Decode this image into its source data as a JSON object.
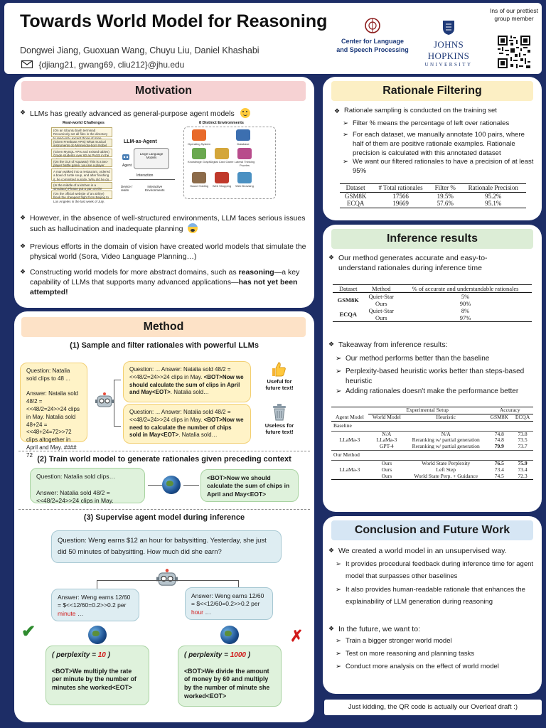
{
  "header": {
    "title": "Towards World Model for Reasoning",
    "authors": "Dongwei Jiang, Guoxuan Wang, Chuyu Liu, Daniel Khashabi",
    "email": "{djiang21, gwang69, cliu212}@jhu.edu",
    "clsp_logo": "Center for Language\nand Speech Processing",
    "jhu_logo_line1": "JOHNS HOPKINS",
    "jhu_logo_line2": "UNIVERSITY",
    "qr_caption": "Ins of our prettiest group member"
  },
  "motivation": {
    "title": "Motivation",
    "bullets": [
      "LLMs has greatly advanced as general-purpose agent models",
      "However, in the absence of well-structured environments, LLM faces serious issues such as hallucination and inadequate planning",
      "Previous efforts in the domain of vision have created world models that simulate the physical world (Sora, Video Language Planning…)",
      "Constructing world models for more abstract domains, such as "
    ],
    "b4_bold1": "reasoning",
    "b4_mid": "—a key capability of LLMs that supports many advanced applications—",
    "b4_bold2": "has not yet been attempted!",
    "figure": {
      "left_title": "Real-world Challenges",
      "center_title": "LLM-as-Agent",
      "center_box": "Large Language Models",
      "agent": "Agent",
      "interaction": "Interaction",
      "device": "Device /\nrealm",
      "interactive_env": "Interactive\nEnvironments",
      "right_title": "8 Distinct Environments",
      "envs": [
        "Operating System",
        "Database",
        "Knowledge Graph",
        "Digital Card Game",
        "Lateral Thinking Puzzles",
        "House Holding",
        "Web Shopping",
        "Web Browsing"
      ],
      "challenges": [
        "(On an Ubuntu bash terminal) Recursively set all files in the directory to read-only, except those of mine.",
        "(Given Freebase APIs) What musical instruments do Minnesota-born Nobel Prize winners play?",
        "(Given MySQL APIs and existed tables) Grade students over 60 as PASS in the table.",
        "(On the GUI of Aquawar) This is a two-player battle game, you are a player with four pet fish cards ......",
        "A man walked into a restaurant, ordered a bowl of turtle soup, and after finishing it, he committed suicide. Why did he do that?",
        "(In the middle of a kitchen in a simulator) Please put a pan on the dining table.",
        "(On the official website of an airline) Book the cheapest flight from Beijing to Los Angeles in the last week of July."
      ]
    }
  },
  "method": {
    "title": "Method",
    "step1": "(1)  Sample and filter rationales with powerful LLMs",
    "step1_question": "Question: Natalia sold clips to 48 ...\n\nAnswer: Natalia sold 48/2 = <<48/2=24>>24 clips in May. Natalia sold 48+24 = <<48+24=72>>72 clips altogether in April and May. #### 72",
    "step1_useful_pre": "Question: ... Answer: Natalia sold 48/2 = <<48/2=24>>24 clips in May. ",
    "step1_useful_bold": "<BOT>Now we should calculate the sum of clips in April and May<EOT>",
    "step1_useful_post": ". Natalia sold…",
    "step1_useless_pre": "Question: ... Answer: Natalia sold 48/2 = <<48/2=24>>24 clips in May. ",
    "step1_useless_bold": "<BOT>Now we need to calculate the number of chips sold in May<EOT>",
    "step1_useless_post": ". Natalia sold…",
    "useful_label": "Useful for future text!",
    "useless_label": "Useless for future text!",
    "step2": "(2)  Train world model to generate rationales given preceding context",
    "step2_input": "Question: Natalia sold clips…\n\nAnswer: Natalia sold 48/2 = <<48/2=24>>24 clips in May.",
    "step2_output": "<BOT>Now we should calculate the sum of chips in April and May<EOT>",
    "step3": "(3)  Supervise agent model during inference",
    "step3_question": "Question: Weng earns $12 an hour for babysitting. Yesterday, she just did 50 minutes of babysitting. How much did she earn?",
    "step3_left_ans_pre": "Answer: Weng earns 12/60 = $<<12/60=0.2>>0.2 per ",
    "step3_left_ans_red": "minute",
    "step3_right_ans_pre": "Answer: Weng earns 12/60 = $<<12/60=0.2>>0.2 per ",
    "step3_right_ans_red": "hour",
    "ellipsis": " …",
    "perp_label": "( perplexity = ",
    "perp_left": "10",
    "perp_right": "1000",
    "perp_close": " )",
    "left_rationale": "<BOT>We multiply the rate per minute by the number of minutes she worked<EOT>",
    "right_rationale": "<BOT>We divide the amount of money by 60 and multiply by the number of minute she worked<EOT>",
    "check": "✔",
    "cross": "✗"
  },
  "rationale": {
    "title": "Rationale Filtering",
    "bullet": "Rationale sampling is conducted on the training set",
    "subs": [
      "Filter % means the percentage of left over rationales",
      "For each dataset, we manually annotate 100 pairs, where half of them are positive rationale examples. Rationale precision is calculated with this annotated dataset",
      "We want our filtered rationales to have a precision of at least 95%"
    ],
    "table": {
      "headers": [
        "Dataset",
        "# Total rationales",
        "Filter %",
        "Rationale Precision"
      ],
      "rows": [
        [
          "GSM8K",
          "17566",
          "19.5%",
          "95.2%"
        ],
        [
          "ECQA",
          "19669",
          "57.6%",
          "95.1%"
        ]
      ]
    }
  },
  "inference": {
    "title": "Inference results",
    "bullet1": "Our method generates accurate and easy-to-understand rationales during inference time",
    "table1": {
      "headers": [
        "Dataset",
        "Method",
        "% of accurate and understandable rationales"
      ],
      "rows": [
        [
          "GSM8K",
          "Quiet-Star",
          "5%"
        ],
        [
          "",
          "Ours",
          "90%"
        ],
        [
          "ECQA",
          "Quiet-Star",
          "8%"
        ],
        [
          "",
          "Ours",
          "97%"
        ]
      ]
    },
    "bullet2": "Takeaway from inference results:",
    "subs": [
      "Our method performs better than the baseline",
      "Perplexity-based heuristic works better than steps-based heuristic",
      "Adding rationales doesn't make the performance better"
    ],
    "table2": {
      "group1": "Experimental Setup",
      "group2": "Accuracy",
      "headers": [
        "Agent Model",
        "World Model",
        "Heuristic",
        "GSM8K",
        "ECQA"
      ],
      "baseline_label": "Baseline",
      "ours_label": "Our Method",
      "agent": "LLaMa-3",
      "baseline_rows": [
        [
          "N/A",
          "N/A",
          "74.8",
          "73.8"
        ],
        [
          "LLaMa-3",
          "Reranking w/ partial generation",
          "74.8",
          "73.5"
        ],
        [
          "GPT-4",
          "Reranking w/ partial generation",
          "79.9",
          "73.7"
        ]
      ],
      "ours_rows": [
        [
          "Ours",
          "World State Perplexity",
          "76.5",
          "75.9"
        ],
        [
          "Ours",
          "Left Step",
          "73.4",
          "73.4"
        ],
        [
          "Ours",
          "World State Perp. + Guidance",
          "74.5",
          "72.3"
        ]
      ]
    }
  },
  "conclusion": {
    "title": "Conclusion and Future Work",
    "bullet1": "We created a world model in an unsupervised way.",
    "subs1": [
      "It provides procedural feedback during inference time for agent model that surpasses other baselines",
      "It also provides human-readable rationale that enhances the explainability of LLM generation during reasoning"
    ],
    "bullet2": "In the future, we want to:",
    "subs2": [
      "Train a bigger stronger world model",
      "Test on more reasoning and planning tasks",
      "Conduct more analysis on the effect of world model"
    ]
  },
  "footer": {
    "joke": "Just kidding, the QR code is actually our Overleaf draft :)"
  },
  "colors": {
    "background": "#1d2d66",
    "motivation_header": "#f6d2d3",
    "method_header": "#fde2c7",
    "rationale_header": "#fcefc4",
    "inference_header": "#dcedd6",
    "conclusion_header": "#d6e6f4",
    "red": "#d11a1a",
    "green_check": "#2e8b2e"
  },
  "icons": [
    "envelope-icon",
    "hugging-face-emoji",
    "fearful-face-emoji",
    "thumbs-up-icon",
    "trash-can-icon",
    "robot-icon",
    "globe-icon",
    "qr-code",
    "clsp-logo",
    "jhu-logo"
  ]
}
